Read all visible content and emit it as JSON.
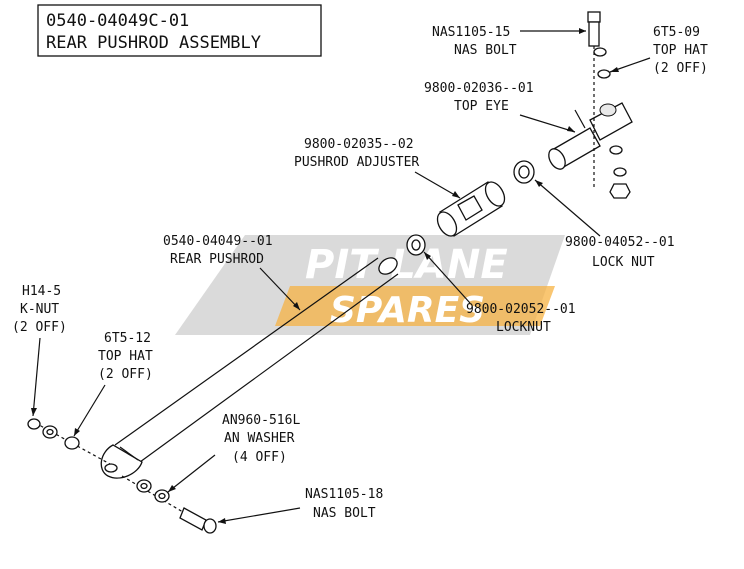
{
  "title": {
    "part_number": "0540-04049C-01",
    "name": "REAR PUSHROD ASSEMBLY"
  },
  "watermark": {
    "line1": "PIT LANE",
    "line2": "SPARES",
    "accent_color": "#f5a623",
    "gray_color": "#c8c8c8"
  },
  "callouts": {
    "nas1105_15": {
      "part": "NAS1105-15",
      "desc": "NAS BOLT",
      "qty": ""
    },
    "top_hat_6t5_09": {
      "part": "6T5-09",
      "desc": "TOP HAT",
      "qty": "(2 OFF)"
    },
    "top_eye": {
      "part": "9800-02036--01",
      "desc": "TOP EYE",
      "qty": ""
    },
    "pushrod_adjuster": {
      "part": "9800-02035--02",
      "desc": "PUSHROD ADJUSTER",
      "qty": ""
    },
    "rear_pushrod": {
      "part": "0540-04049--01",
      "desc": "REAR PUSHROD",
      "qty": ""
    },
    "lock_nut": {
      "part": "9800-04052--01",
      "desc": "LOCK NUT",
      "qty": ""
    },
    "locknut": {
      "part": "9800-02052--01",
      "desc": "LOCKNUT",
      "qty": ""
    },
    "k_nut": {
      "part": "H14-5",
      "desc": "K-NUT",
      "qty": "(2 OFF)"
    },
    "top_hat_6t5_12": {
      "part": "6T5-12",
      "desc": "TOP HAT",
      "qty": "(2 OFF)"
    },
    "an_washer": {
      "part": "AN960-516L",
      "desc": "AN WASHER",
      "qty": "(4 OFF)"
    },
    "nas1105_18": {
      "part": "NAS1105-18",
      "desc": "NAS BOLT",
      "qty": ""
    }
  }
}
